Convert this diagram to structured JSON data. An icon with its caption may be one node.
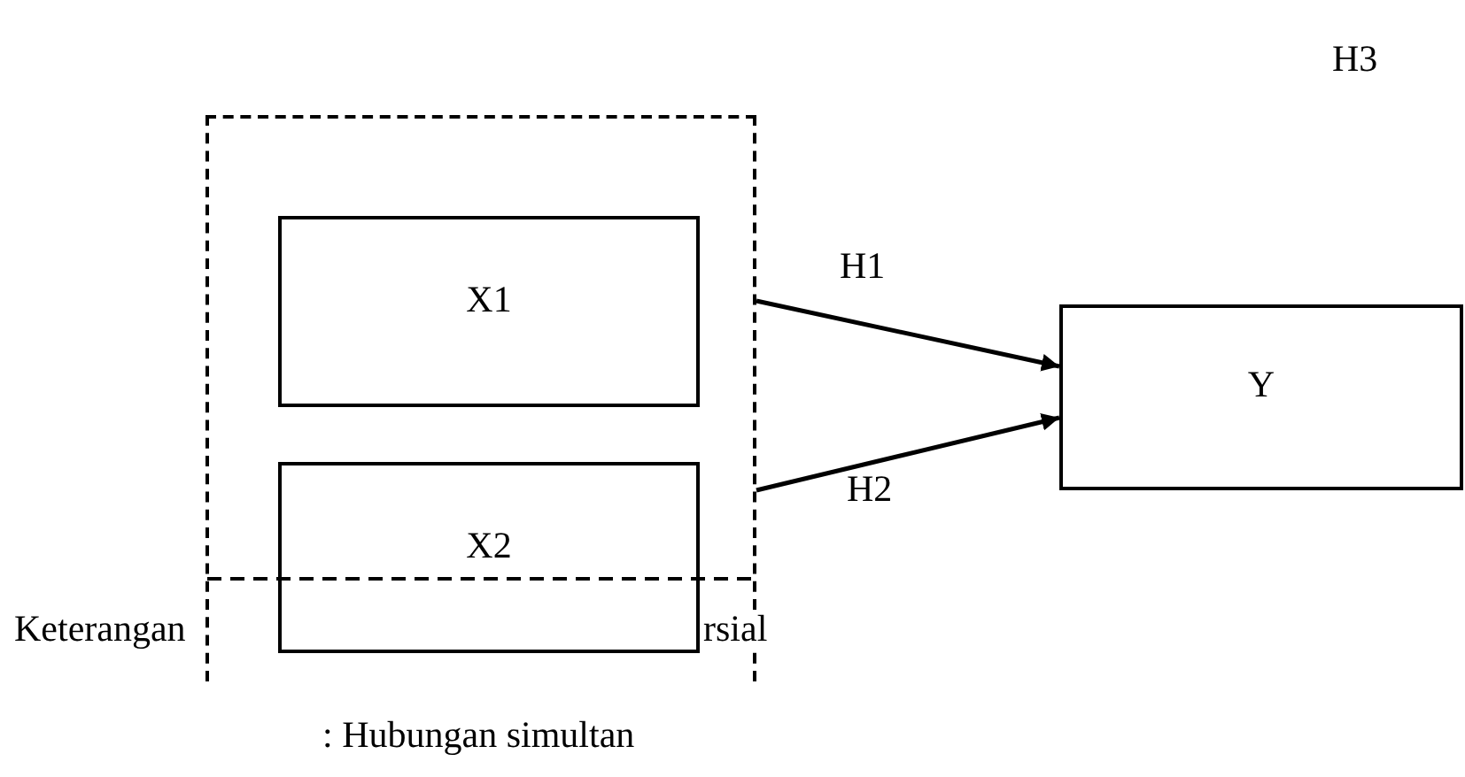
{
  "diagram": {
    "nodes": [
      {
        "text": [],
        "shape": "box"
      },
      {
        "text": [
          "X1"
        ],
        "in": 0
      },
      {
        "text": [
          "X2"
        ],
        "in": 0
      },
      {
        "text": [
          "Y"
        ]
      }
    ],
    "edges": [
      {
        "from": 0,
        "to": 3,
        "arrow": "to",
        "label": "H1"
      },
      {
        "from": 0,
        "to": 3,
        "arrow": "to",
        "label": "H2"
      }
    ],
    "labels": [
      "H3",
      "Keterangan",
      "rsial",
      ": Hubungan simultan"
    ]
  }
}
